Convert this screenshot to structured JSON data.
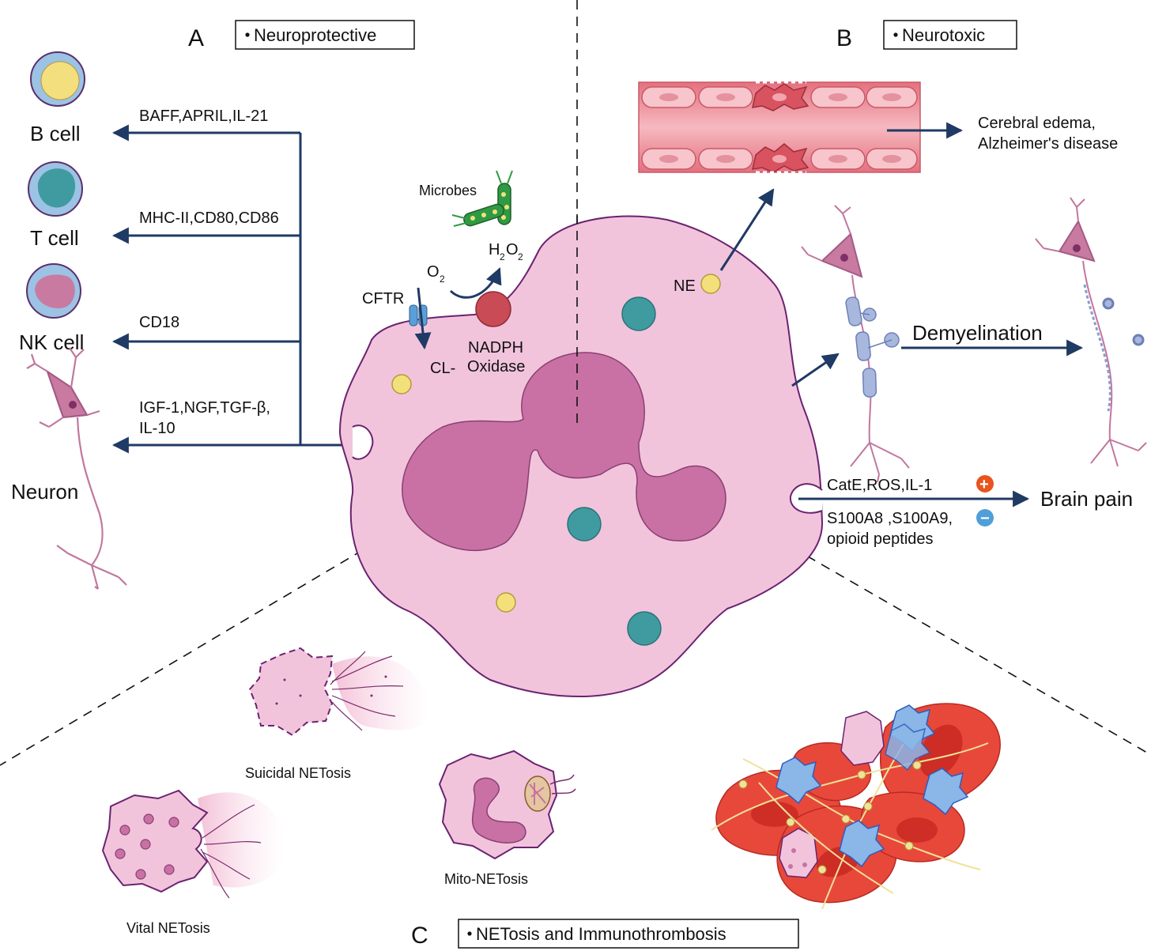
{
  "panels": {
    "a": {
      "letter": "A",
      "title": "Neuroprotective"
    },
    "b": {
      "letter": "B",
      "title": "Neurotoxic"
    },
    "c": {
      "letter": "C",
      "title": "NETosis and Immunothrombosis"
    }
  },
  "targets": {
    "b_cell": "B cell",
    "t_cell": "T cell",
    "nk_cell": "NK cell",
    "neuron": "Neuron"
  },
  "signals": {
    "b_cell": "BAFF,APRIL,IL-21",
    "t_cell": "MHC-II,CD80,CD86",
    "nk_cell": "CD18",
    "neuron_line1": "IGF-1,NGF,TGF-β,",
    "neuron_line2": "IL-10"
  },
  "neutrophil": {
    "microbes": "Microbes",
    "h2o2_h": "H",
    "h2o2_2a": "2",
    "h2o2_o": "O",
    "h2o2_2b": "2",
    "o2_o": "O",
    "o2_2": "2",
    "cftr": "CFTR",
    "cl": "CL-",
    "nadph_line1": "NADPH",
    "nadph_line2": "Oxidase",
    "ne": "NE"
  },
  "neurotoxic": {
    "vessel_outcome_line1": "Cerebral edema,",
    "vessel_outcome_line2": "Alzheimer's disease",
    "demyelination": "Demyelination",
    "pain_pro": "CatE,ROS,IL-1",
    "pain_anti_line1": "S100A8 ,S100A9,",
    "pain_anti_line2": "opioid peptides",
    "plus": "+",
    "minus": "−",
    "brain_pain": "Brain pain"
  },
  "netosis": {
    "suicidal": "Suicidal NETosis",
    "vital": "Vital NETosis",
    "mito": "Mito-NETosis"
  },
  "colors": {
    "arrow": "#1f3a64",
    "neutrophil_fill": "#f1c4dc",
    "neutrophil_stroke": "#6b2270",
    "nucleus": "#c971a4",
    "granule_teal": "#3f9ba0",
    "granule_yellow": "#f3e07a",
    "plus_badge": "#e8541c",
    "minus_badge": "#4f9fd8",
    "vessel": "#e57a86",
    "rbc": "#e8483a",
    "platelet": "#7fb0e0",
    "neuron": "#c1779e"
  }
}
